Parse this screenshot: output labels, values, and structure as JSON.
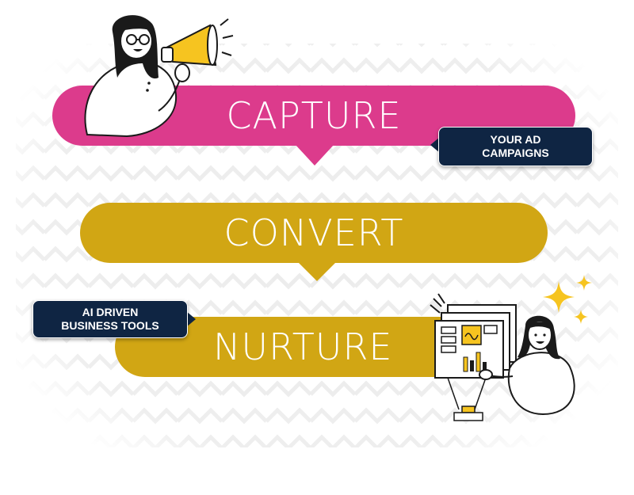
{
  "colors": {
    "capture": "#dc3b8c",
    "convert": "#d1a614",
    "nurture": "#d1a614",
    "tag_bg": "#0f2543",
    "accent_yellow": "#f6c420"
  },
  "steps": [
    {
      "label": "CAPTURE"
    },
    {
      "label": "CONVERT"
    },
    {
      "label": "NURTURE"
    }
  ],
  "tags": {
    "ad_campaigns": {
      "line1": "YOUR AD",
      "line2": "CAMPAIGNS"
    },
    "business_tools": {
      "line1": "AI DRIVEN",
      "line2": "BUSINESS TOOLS"
    }
  },
  "icons": {
    "megaphone_person": "woman-with-megaphone-icon",
    "dashboard_person": "woman-with-dashboard-icon",
    "sparkles": "sparkles-icon"
  }
}
